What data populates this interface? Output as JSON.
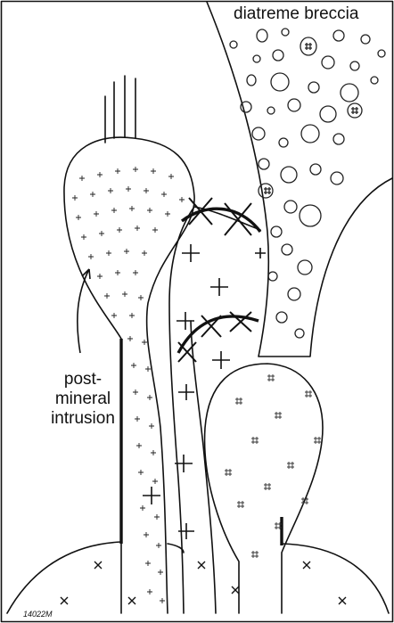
{
  "labels": {
    "diatreme": "diatreme breccia",
    "intrusion_lines": [
      "post-",
      "mineral",
      "intrusion"
    ],
    "figure_code": "14022M"
  },
  "colors": {
    "ink": "#111111",
    "paper": "#ffffff"
  }
}
